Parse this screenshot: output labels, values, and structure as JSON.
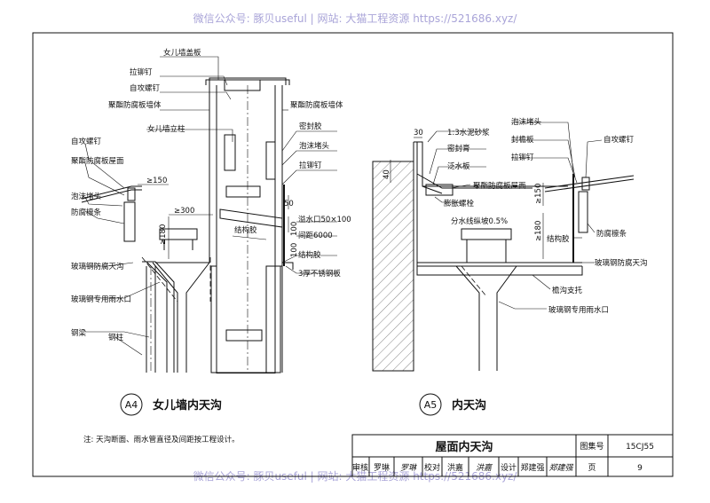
{
  "watermark": {
    "top": "微信公众号: 豚贝useful | 网站: 大猫工程资源 https://521686.xyz/",
    "bottom": "微信公众号: 豚贝useful | 网站: 大猫工程资源 https://521686.xyz/"
  },
  "a4": {
    "labels": {
      "coping": "女儿墙盖板",
      "rivet1": "拉铆钉",
      "screw1": "自攻螺钉",
      "wall_left": "聚酯防腐板墙体",
      "wall_right": "聚酯防腐板墙体",
      "post": "女儿墙立柱",
      "sealant": "密封胶",
      "foam_right": "泡沫堵头",
      "rivet2": "拉铆钉",
      "screw_left": "自攻螺钉",
      "roof_panel": "聚酯防腐板屋面",
      "foam_left": "泡沫堵头",
      "purlin": "防腐檩条",
      "gutter": "玻璃钢防腐天沟",
      "drain": "玻璃钢专用雨水口",
      "beam": "钢梁",
      "column": "钢柱",
      "overflow": "溢水口50×100",
      "spacing": "间距6000",
      "struct_glue1": "结构胶",
      "struct_glue2": "结构胶",
      "steel_plate": "3厚不锈钢板"
    },
    "dims": {
      "d150": "≥150",
      "d300": "≥300",
      "d180": "≥180",
      "d50": "50",
      "d100a": "100",
      "d100b": "100"
    },
    "marker": "A4",
    "title": "女儿墙内天沟"
  },
  "a5": {
    "labels": {
      "mortar": "1:3水泥砂浆",
      "sealant": "密封膏",
      "flashing": "泛水板",
      "roof_panel": "聚酯防腐板屋面",
      "anchor": "膨胀螺栓",
      "slope": "分水线纵坡0.5%",
      "foam": "泡沫堵头",
      "eave": "封檐板",
      "screw": "自攻螺钉",
      "rivet": "拉铆钉",
      "struct_glue": "结构胶",
      "purlin": "防腐檩条",
      "gutter": "玻璃钢防腐天沟",
      "support": "檐沟支托",
      "drain": "玻璃钢专用雨水口"
    },
    "dims": {
      "d30": "30",
      "d40": "40",
      "d150": "≥150",
      "d180": "≥180"
    },
    "marker": "A5",
    "title": "内天沟"
  },
  "note": "注: 天沟断面、雨水管直径及间距按工程设计。",
  "title_block": {
    "title": "屋面内天沟",
    "atlas_label": "图集号",
    "atlas_no": "15CJ55",
    "review_label": "审核",
    "review_name": "罗琳",
    "review_sign": "罗琳",
    "check_label": "校对",
    "check_name": "洪嘉",
    "check_sign": "洪嘉",
    "design_label": "设计",
    "design_name": "郑建强",
    "design_sign": "郑建强",
    "page_label": "页",
    "page_no": "9"
  }
}
